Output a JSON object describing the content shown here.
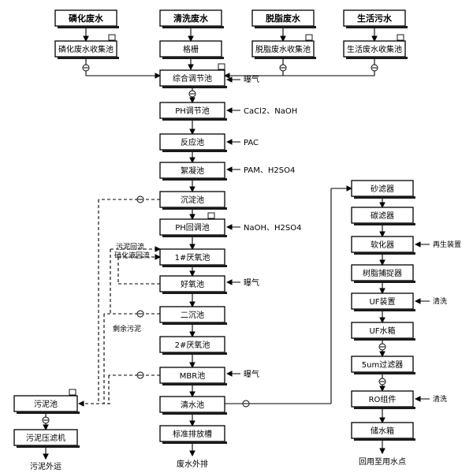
{
  "sources": {
    "phosphating": "磷化废水",
    "cleaning": "清洗废水",
    "degreasing": "脱脂废水",
    "domestic": "生活污水"
  },
  "collect": {
    "phosphating": "磷化废水收集池",
    "cleaning": "格栅",
    "degreasing": "脱脂废水收集池",
    "domestic": "生活废水收集池"
  },
  "main": {
    "equalization": "综合调节池",
    "ph_adjust": "PH调节池",
    "reaction": "反应池",
    "coagulation": "絮凝池",
    "sedimentation": "沉淀池",
    "ph_readjust": "PH回调池",
    "anoxic1": "1#厌氧池",
    "aerobic": "好氧池",
    "secondary": "二沉池",
    "anoxic2": "2#厌氧池",
    "mbr": "MBR池",
    "clear": "清水池",
    "discharge_pool": "标准排放槽",
    "discharge": "废水外排"
  },
  "chemicals": {
    "aeration1": "曝气",
    "ph": "CaCl2、NaOH",
    "pac": "PAC",
    "pam": "PAM、H2SO4",
    "ph2": "NaOH、H2SO4",
    "aeration2": "曝气",
    "aeration3": "曝气"
  },
  "recycle": {
    "sludge_return": "污泥回流",
    "nitrate_return": "硝化液回流",
    "excess_sludge": "剩余污泥"
  },
  "sludge": {
    "tank": "污泥池",
    "press": "污泥压滤机",
    "out": "污泥外运"
  },
  "reuse": {
    "sand": "砂滤器",
    "carbon": "碳滤器",
    "softener": "软化器",
    "security": "树脂捕捉器",
    "uf": "UF装置",
    "uf_tank": "UF水箱",
    "micron": "5um过滤器",
    "ro": "RO组件",
    "storage": "储水箱",
    "out": "回用至用水点",
    "regen": "再生装置",
    "wash1": "清洗",
    "wash2": "清洗"
  }
}
